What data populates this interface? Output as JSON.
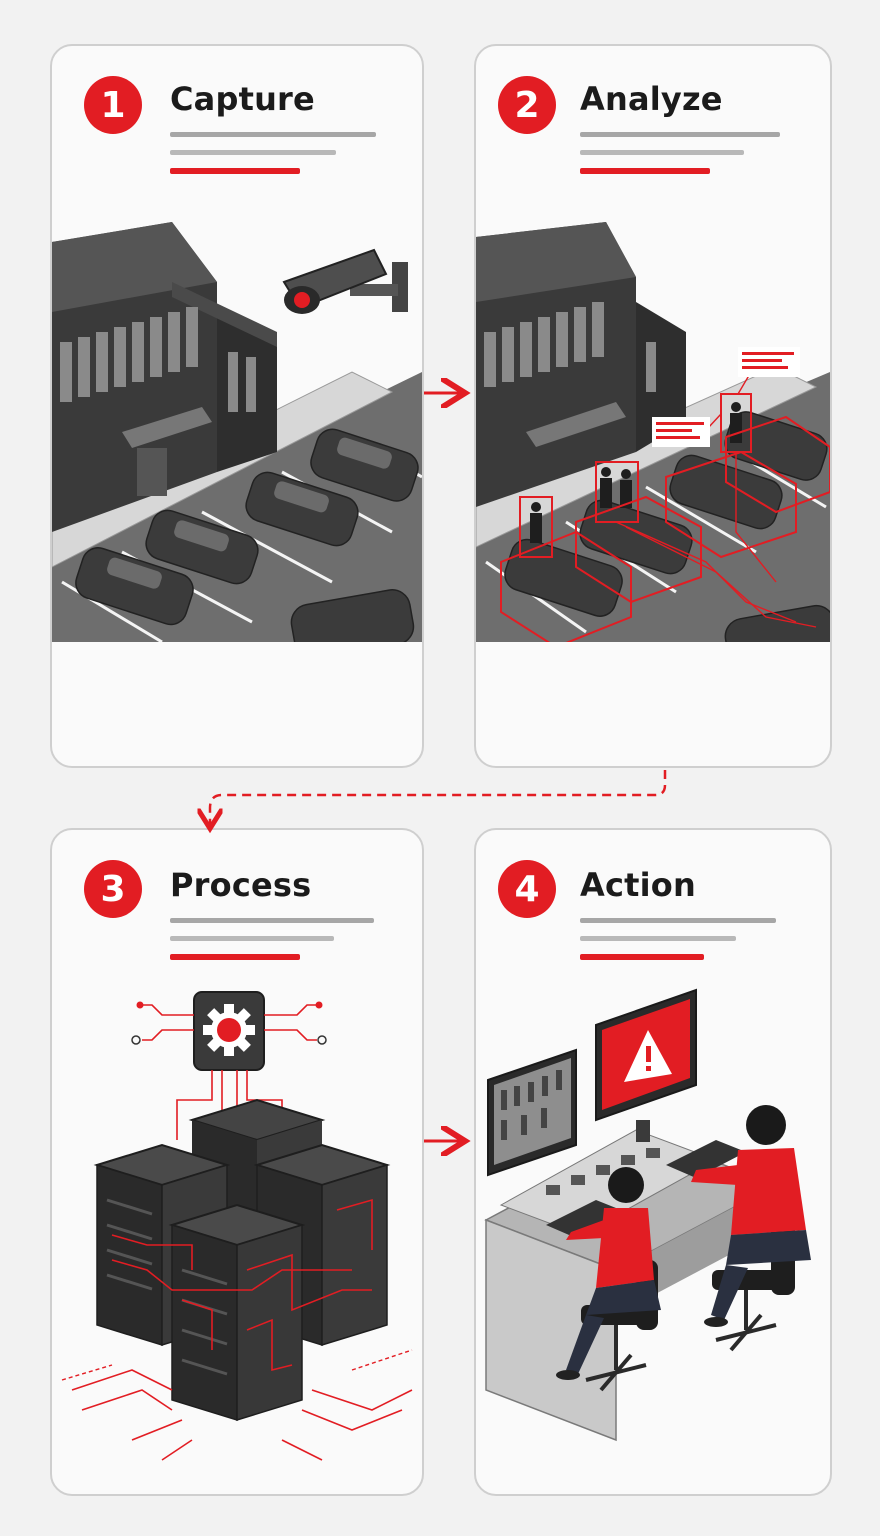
{
  "steps": [
    {
      "number": "1",
      "title": "Capture"
    },
    {
      "number": "2",
      "title": "Analyze"
    },
    {
      "number": "3",
      "title": "Process"
    },
    {
      "number": "4",
      "title": "Action"
    }
  ],
  "colors": {
    "accent": "#e21d23",
    "dark": "#2b2b2b",
    "background": "#f2f2f2"
  },
  "icons": [
    "security-camera-icon",
    "gear-icon",
    "warning-icon",
    "flow-arrow-icon"
  ]
}
